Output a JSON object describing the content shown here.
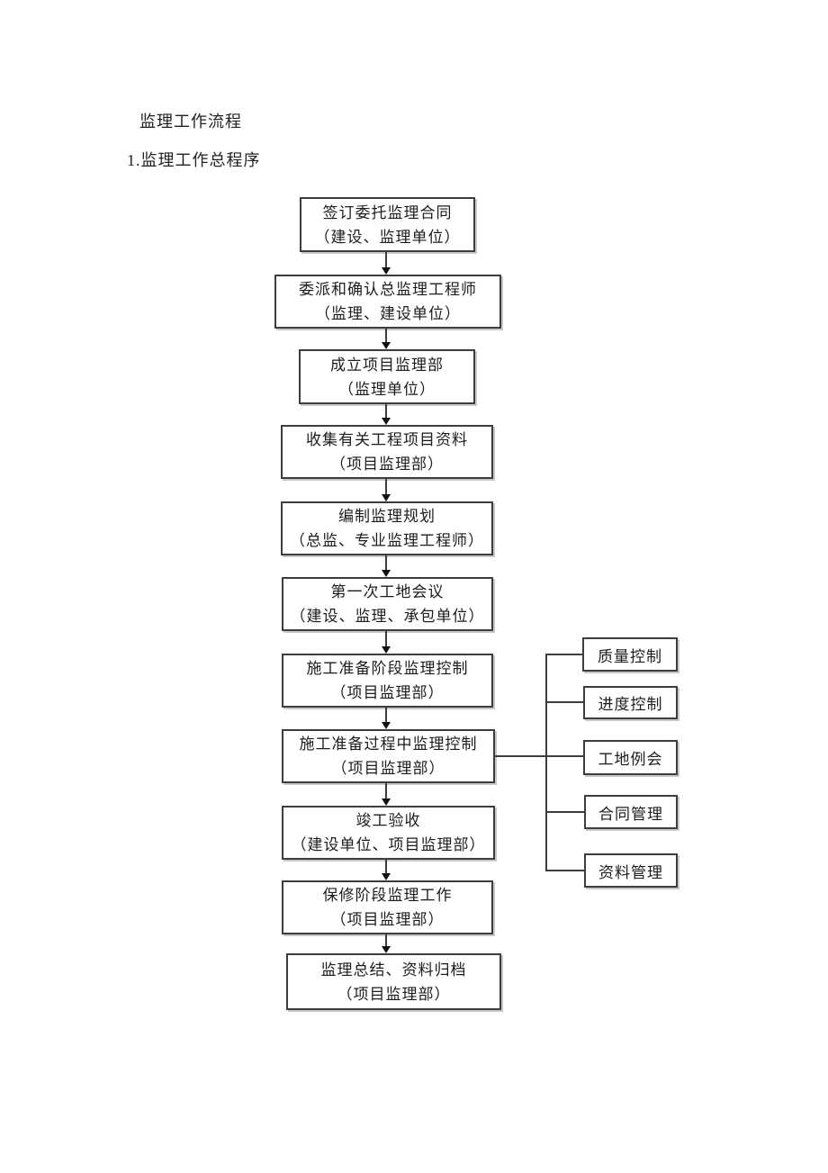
{
  "page": {
    "title": "监理工作流程",
    "subtitle": "1.监理工作总程序"
  },
  "flowchart": {
    "main_boxes": [
      {
        "line1": "签订委托监理合同",
        "line2": "（建设、监理单位）"
      },
      {
        "line1": "委派和确认总监理工程师",
        "line2": "（监理、建设单位）"
      },
      {
        "line1": "成立项目监理部",
        "line2": "（监理单位）"
      },
      {
        "line1": "收集有关工程项目资料",
        "line2": "（项目监理部）"
      },
      {
        "line1": "编制监理规划",
        "line2": "（总监、专业监理工程师）"
      },
      {
        "line1": "第一次工地会议",
        "line2": "（建设、监理、承包单位）"
      },
      {
        "line1": "施工准备阶段监理控制",
        "line2": "（项目监理部）"
      },
      {
        "line1": "施工准备过程中监理控制",
        "line2": "（项目监理部）"
      },
      {
        "line1": "竣工验收",
        "line2": "（建设单位、项目监理部）"
      },
      {
        "line1": "保修阶段监理工作",
        "line2": "（项目监理部）"
      },
      {
        "line1": "监理总结、资料归档",
        "line2": "（项目监理部）"
      }
    ],
    "side_boxes": [
      {
        "label": "质量控制"
      },
      {
        "label": "进度控制"
      },
      {
        "label": "工地例会"
      },
      {
        "label": "合同管理"
      },
      {
        "label": "资料管理"
      }
    ],
    "colors": {
      "background": "#ffffff",
      "box_border": "#3d3d3d",
      "text": "#1c1c1c",
      "arrow": "#111111"
    }
  }
}
